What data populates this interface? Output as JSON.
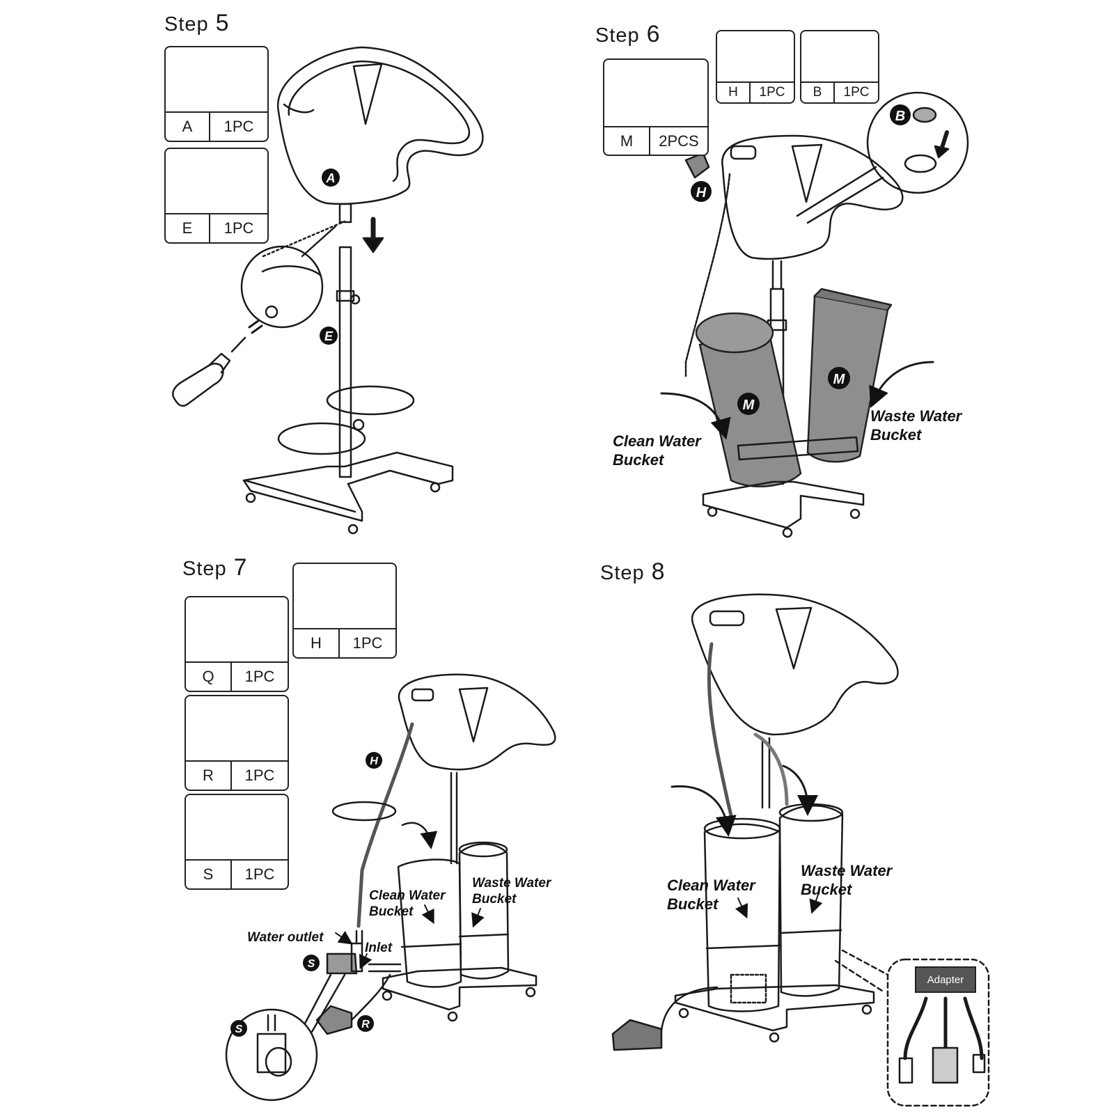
{
  "steps": [
    {
      "label": "Step",
      "number": "5"
    },
    {
      "label": "Step",
      "number": "6"
    },
    {
      "label": "Step",
      "number": "7"
    },
    {
      "label": "Step",
      "number": "8"
    }
  ],
  "parts": {
    "A": {
      "letter": "A",
      "qty": "1PC"
    },
    "E": {
      "letter": "E",
      "qty": "1PC"
    },
    "M": {
      "letter": "M",
      "qty": "2PCS"
    },
    "H": {
      "letter": "H",
      "qty": "1PC"
    },
    "B": {
      "letter": "B",
      "qty": "1PC"
    },
    "Q": {
      "letter": "Q",
      "qty": "1PC"
    },
    "R": {
      "letter": "R",
      "qty": "1PC"
    },
    "S": {
      "letter": "S",
      "qty": "1PC"
    }
  },
  "badges": {
    "A": "A",
    "E": "E",
    "B": "B",
    "H": "H",
    "M": "M",
    "S": "S",
    "R": "R"
  },
  "labels": {
    "clean_water_bucket": "Clean Water Bucket",
    "waste_water_bucket": "Waste Water Bucket",
    "water_outlet": "Water outlet",
    "inlet": "Inlet",
    "adapter": "Adapter"
  }
}
